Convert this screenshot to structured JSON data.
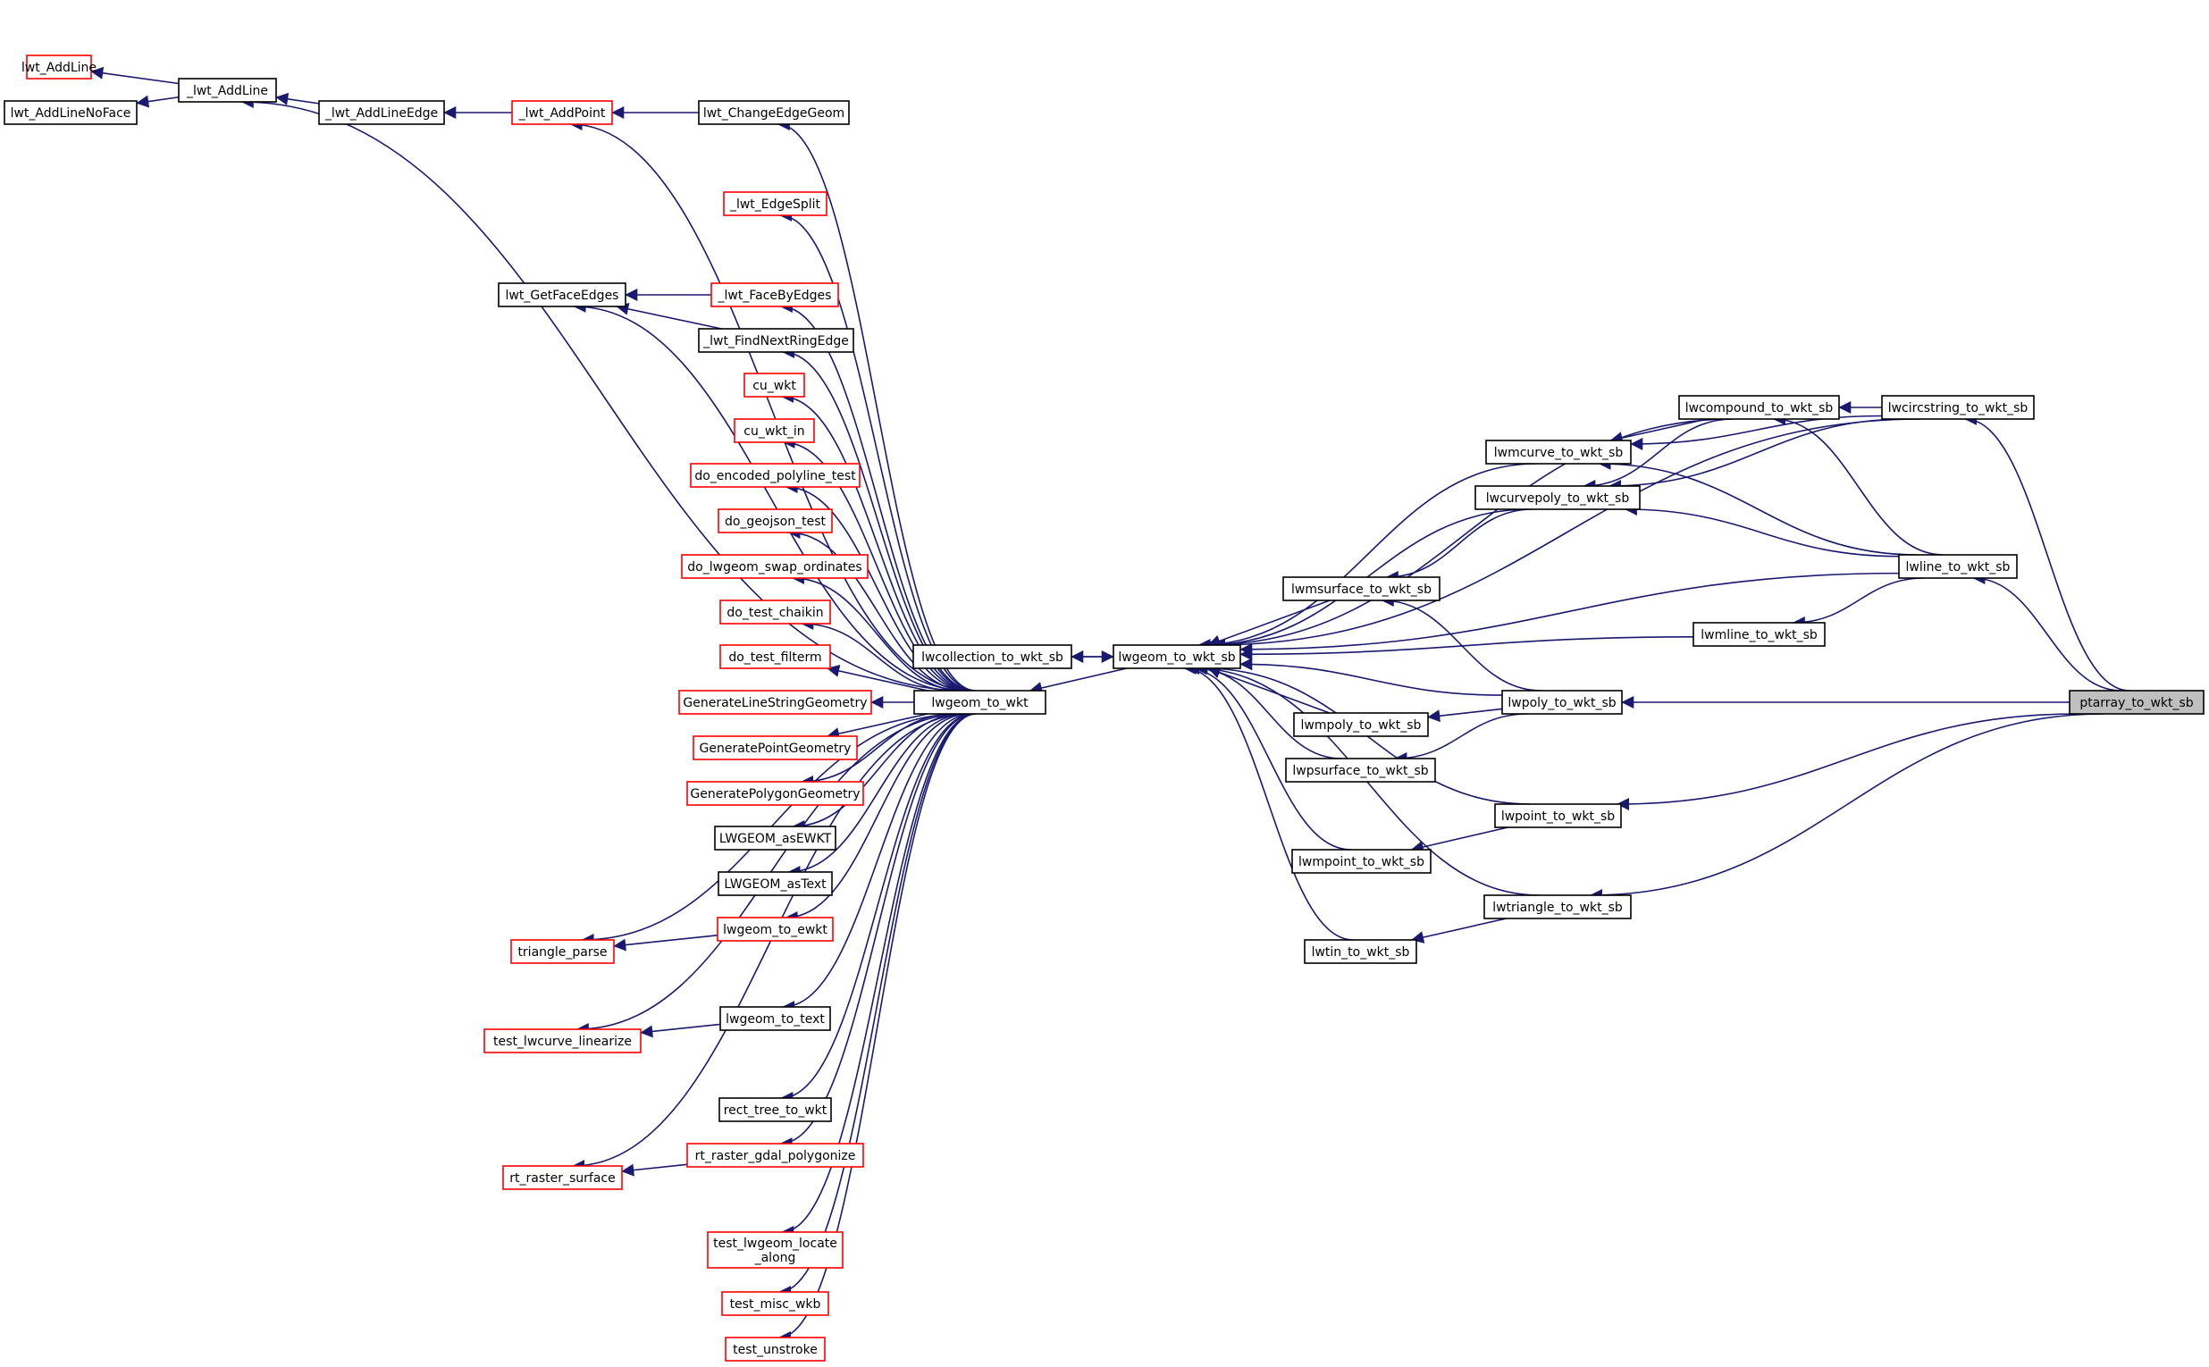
{
  "nodes": {
    "lwt_AddLine": {
      "label": "lwt_AddLine",
      "color": "red"
    },
    "lwt_AddLineNoFace": {
      "label": "lwt_AddLineNoFace",
      "color": "black"
    },
    "_lwt_AddLine": {
      "label": "_lwt_AddLine",
      "color": "black"
    },
    "_lwt_AddLineEdge": {
      "label": "_lwt_AddLineEdge",
      "color": "black"
    },
    "_lwt_AddPoint": {
      "label": "_lwt_AddPoint",
      "color": "red"
    },
    "lwt_ChangeEdgeGeom": {
      "label": "lwt_ChangeEdgeGeom",
      "color": "black"
    },
    "_lwt_EdgeSplit": {
      "label": "_lwt_EdgeSplit",
      "color": "red"
    },
    "lwt_GetFaceEdges": {
      "label": "lwt_GetFaceEdges",
      "color": "black"
    },
    "_lwt_FaceByEdges": {
      "label": "_lwt_FaceByEdges",
      "color": "red"
    },
    "_lwt_FindNextRingEdge": {
      "label": "_lwt_FindNextRingEdge",
      "color": "black"
    },
    "cu_wkt": {
      "label": "cu_wkt",
      "color": "red"
    },
    "cu_wkt_in": {
      "label": "cu_wkt_in",
      "color": "red"
    },
    "do_encoded_polyline_test": {
      "label": "do_encoded_polyline_test",
      "color": "red"
    },
    "do_geojson_test": {
      "label": "do_geojson_test",
      "color": "red"
    },
    "do_lwgeom_swap_ordinates": {
      "label": "do_lwgeom_swap_ordinates",
      "color": "red"
    },
    "do_test_chaikin": {
      "label": "do_test_chaikin",
      "color": "red"
    },
    "do_test_filterm": {
      "label": "do_test_filterm",
      "color": "red"
    },
    "GenerateLineStringGeometry": {
      "label": "GenerateLineStringGeometry",
      "color": "red"
    },
    "GeneratePointGeometry": {
      "label": "GeneratePointGeometry",
      "color": "red"
    },
    "GeneratePolygonGeometry": {
      "label": "GeneratePolygonGeometry",
      "color": "red"
    },
    "LWGEOM_asEWKT": {
      "label": "LWGEOM_asEWKT",
      "color": "black"
    },
    "LWGEOM_asText": {
      "label": "LWGEOM_asText",
      "color": "black"
    },
    "lwgeom_to_ewkt": {
      "label": "lwgeom_to_ewkt",
      "color": "red"
    },
    "triangle_parse": {
      "label": "triangle_parse",
      "color": "red"
    },
    "lwgeom_to_text": {
      "label": "lwgeom_to_text",
      "color": "black"
    },
    "test_lwcurve_linearize": {
      "label": "test_lwcurve_linearize",
      "color": "red"
    },
    "rect_tree_to_wkt": {
      "label": "rect_tree_to_wkt",
      "color": "black"
    },
    "rt_raster_gdal_polygonize": {
      "label": "rt_raster_gdal_polygonize",
      "color": "red"
    },
    "rt_raster_surface": {
      "label": "rt_raster_surface",
      "color": "red"
    },
    "test_lwgeom_locate_along": {
      "label": [
        "test_lwgeom_locate",
        "_along"
      ],
      "color": "red"
    },
    "test_misc_wkb": {
      "label": "test_misc_wkb",
      "color": "red"
    },
    "test_unstroke": {
      "label": "test_unstroke",
      "color": "red"
    },
    "lwgeom_to_wkt": {
      "label": "lwgeom_to_wkt",
      "color": "black"
    },
    "lwcollection_to_wkt_sb": {
      "label": "lwcollection_to_wkt_sb",
      "color": "black"
    },
    "lwgeom_to_wkt_sb": {
      "label": "lwgeom_to_wkt_sb",
      "color": "black"
    },
    "lwcompound_to_wkt_sb": {
      "label": "lwcompound_to_wkt_sb",
      "color": "black"
    },
    "lwcircstring_to_wkt_sb": {
      "label": "lwcircstring_to_wkt_sb",
      "color": "black"
    },
    "lwmcurve_to_wkt_sb": {
      "label": "lwmcurve_to_wkt_sb",
      "color": "black"
    },
    "lwcurvepoly_to_wkt_sb": {
      "label": "lwcurvepoly_to_wkt_sb",
      "color": "black"
    },
    "lwline_to_wkt_sb": {
      "label": "lwline_to_wkt_sb",
      "color": "black"
    },
    "lwmsurface_to_wkt_sb": {
      "label": "lwmsurface_to_wkt_sb",
      "color": "black"
    },
    "lwmline_to_wkt_sb": {
      "label": "lwmline_to_wkt_sb",
      "color": "black"
    },
    "lwpoly_to_wkt_sb": {
      "label": "lwpoly_to_wkt_sb",
      "color": "black"
    },
    "ptarray_to_wkt_sb": {
      "label": "ptarray_to_wkt_sb",
      "color": "root"
    },
    "lwmpoly_to_wkt_sb": {
      "label": "lwmpoly_to_wkt_sb",
      "color": "black"
    },
    "lwpsurface_to_wkt_sb": {
      "label": "lwpsurface_to_wkt_sb",
      "color": "black"
    },
    "lwpoint_to_wkt_sb": {
      "label": "lwpoint_to_wkt_sb",
      "color": "black"
    },
    "lwmpoint_to_wkt_sb": {
      "label": "lwmpoint_to_wkt_sb",
      "color": "black"
    },
    "lwtriangle_to_wkt_sb": {
      "label": "lwtriangle_to_wkt_sb",
      "color": "black"
    },
    "lwtin_to_wkt_sb": {
      "label": "lwtin_to_wkt_sb",
      "color": "black"
    }
  },
  "edges": [
    [
      "lwt_AddLine",
      "_lwt_AddLine"
    ],
    [
      "lwt_AddLineNoFace",
      "_lwt_AddLine"
    ],
    [
      "_lwt_AddLine",
      "_lwt_AddLineEdge"
    ],
    [
      "_lwt_AddLine",
      "lwgeom_to_wkt"
    ],
    [
      "_lwt_AddLineEdge",
      "_lwt_AddPoint"
    ],
    [
      "_lwt_AddPoint",
      "lwt_ChangeEdgeGeom"
    ],
    [
      "_lwt_AddPoint",
      "lwgeom_to_wkt"
    ],
    [
      "lwt_ChangeEdgeGeom",
      "lwgeom_to_wkt"
    ],
    [
      "_lwt_EdgeSplit",
      "lwgeom_to_wkt"
    ],
    [
      "lwt_GetFaceEdges",
      "_lwt_FaceByEdges"
    ],
    [
      "lwt_GetFaceEdges",
      "_lwt_FindNextRingEdge"
    ],
    [
      "lwt_GetFaceEdges",
      "lwgeom_to_wkt"
    ],
    [
      "_lwt_FaceByEdges",
      "lwgeom_to_wkt"
    ],
    [
      "_lwt_FindNextRingEdge",
      "lwgeom_to_wkt"
    ],
    [
      "cu_wkt",
      "lwgeom_to_wkt"
    ],
    [
      "cu_wkt_in",
      "lwgeom_to_wkt"
    ],
    [
      "do_encoded_polyline_test",
      "lwgeom_to_wkt"
    ],
    [
      "do_geojson_test",
      "lwgeom_to_wkt"
    ],
    [
      "do_lwgeom_swap_ordinates",
      "lwgeom_to_wkt"
    ],
    [
      "do_test_chaikin",
      "lwgeom_to_wkt"
    ],
    [
      "do_test_filterm",
      "lwgeom_to_wkt"
    ],
    [
      "GenerateLineStringGeometry",
      "lwgeom_to_wkt"
    ],
    [
      "GeneratePointGeometry",
      "lwgeom_to_wkt"
    ],
    [
      "GeneratePolygonGeometry",
      "lwgeom_to_wkt"
    ],
    [
      "LWGEOM_asEWKT",
      "lwgeom_to_wkt"
    ],
    [
      "LWGEOM_asText",
      "lwgeom_to_wkt"
    ],
    [
      "triangle_parse",
      "lwgeom_to_ewkt"
    ],
    [
      "triangle_parse",
      "lwgeom_to_wkt"
    ],
    [
      "lwgeom_to_ewkt",
      "lwgeom_to_wkt"
    ],
    [
      "test_lwcurve_linearize",
      "lwgeom_to_text"
    ],
    [
      "test_lwcurve_linearize",
      "lwgeom_to_wkt"
    ],
    [
      "lwgeom_to_text",
      "lwgeom_to_wkt"
    ],
    [
      "rect_tree_to_wkt",
      "lwgeom_to_wkt"
    ],
    [
      "rt_raster_surface",
      "rt_raster_gdal_polygonize"
    ],
    [
      "rt_raster_surface",
      "lwgeom_to_wkt"
    ],
    [
      "rt_raster_gdal_polygonize",
      "lwgeom_to_wkt"
    ],
    [
      "test_lwgeom_locate_along",
      "lwgeom_to_wkt"
    ],
    [
      "test_misc_wkb",
      "lwgeom_to_wkt"
    ],
    [
      "test_unstroke",
      "lwgeom_to_wkt"
    ],
    [
      "lwgeom_to_wkt",
      "lwgeom_to_wkt_sb"
    ],
    [
      "lwcollection_to_wkt_sb",
      "lwgeom_to_wkt_sb"
    ],
    [
      "lwgeom_to_wkt_sb",
      "lwcollection_to_wkt_sb"
    ],
    [
      "lwgeom_to_wkt_sb",
      "lwcircstring_to_wkt_sb"
    ],
    [
      "lwgeom_to_wkt_sb",
      "lwcompound_to_wkt_sb"
    ],
    [
      "lwgeom_to_wkt_sb",
      "lwmcurve_to_wkt_sb"
    ],
    [
      "lwgeom_to_wkt_sb",
      "lwcurvepoly_to_wkt_sb"
    ],
    [
      "lwgeom_to_wkt_sb",
      "lwline_to_wkt_sb"
    ],
    [
      "lwgeom_to_wkt_sb",
      "lwmsurface_to_wkt_sb"
    ],
    [
      "lwgeom_to_wkt_sb",
      "lwmline_to_wkt_sb"
    ],
    [
      "lwgeom_to_wkt_sb",
      "lwpoly_to_wkt_sb"
    ],
    [
      "lwgeom_to_wkt_sb",
      "lwmpoly_to_wkt_sb"
    ],
    [
      "lwgeom_to_wkt_sb",
      "lwpsurface_to_wkt_sb"
    ],
    [
      "lwgeom_to_wkt_sb",
      "lwpoint_to_wkt_sb"
    ],
    [
      "lwgeom_to_wkt_sb",
      "lwmpoint_to_wkt_sb"
    ],
    [
      "lwgeom_to_wkt_sb",
      "lwtriangle_to_wkt_sb"
    ],
    [
      "lwgeom_to_wkt_sb",
      "lwtin_to_wkt_sb"
    ],
    [
      "lwmcurve_to_wkt_sb",
      "lwcompound_to_wkt_sb"
    ],
    [
      "lwcurvepoly_to_wkt_sb",
      "lwcompound_to_wkt_sb"
    ],
    [
      "lwcompound_to_wkt_sb",
      "lwcircstring_to_wkt_sb"
    ],
    [
      "lwcompound_to_wkt_sb",
      "lwline_to_wkt_sb"
    ],
    [
      "lwmcurve_to_wkt_sb",
      "lwcircstring_to_wkt_sb"
    ],
    [
      "lwcurvepoly_to_wkt_sb",
      "lwcircstring_to_wkt_sb"
    ],
    [
      "lwcircstring_to_wkt_sb",
      "ptarray_to_wkt_sb"
    ],
    [
      "lwmcurve_to_wkt_sb",
      "lwline_to_wkt_sb"
    ],
    [
      "lwcurvepoly_to_wkt_sb",
      "lwline_to_wkt_sb"
    ],
    [
      "lwmsurface_to_wkt_sb",
      "lwcurvepoly_to_wkt_sb"
    ],
    [
      "lwmsurface_to_wkt_sb",
      "lwpoly_to_wkt_sb"
    ],
    [
      "lwline_to_wkt_sb",
      "ptarray_to_wkt_sb"
    ],
    [
      "lwmline_to_wkt_sb",
      "lwline_to_wkt_sb"
    ],
    [
      "lwpoly_to_wkt_sb",
      "ptarray_to_wkt_sb"
    ],
    [
      "lwmpoly_to_wkt_sb",
      "lwpoly_to_wkt_sb"
    ],
    [
      "lwpsurface_to_wkt_sb",
      "lwpoly_to_wkt_sb"
    ],
    [
      "lwpoint_to_wkt_sb",
      "ptarray_to_wkt_sb"
    ],
    [
      "lwmpoint_to_wkt_sb",
      "lwpoint_to_wkt_sb"
    ],
    [
      "lwtriangle_to_wkt_sb",
      "ptarray_to_wkt_sb"
    ],
    [
      "lwtin_to_wkt_sb",
      "lwtriangle_to_wkt_sb"
    ]
  ],
  "colors": {
    "edge": "#191970",
    "node_border_default": "#000000",
    "node_border_truncated": "#ff0000",
    "root_fill": "#bfbfbf"
  }
}
